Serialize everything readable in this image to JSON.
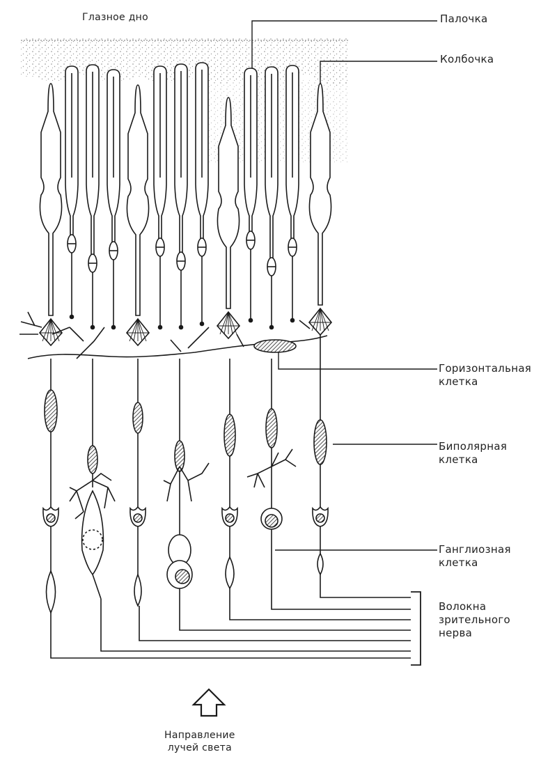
{
  "labels": {
    "fundus": "Глазное дно",
    "rod": "Палочка",
    "cone": "Колбочка",
    "horizontal_cell": [
      "Горизонтальная",
      "клетка"
    ],
    "bipolar_cell": [
      "Биполярная",
      "клетка"
    ],
    "ganglion_cell": [
      "Ганглиозная",
      "клетка"
    ],
    "optic_nerve_fibers": [
      "Волокна",
      "зрительного",
      "нерва"
    ],
    "light_direction": [
      "Направление",
      "лучей света"
    ]
  },
  "icons": {
    "light_arrow": "up-arrow-outline-icon"
  },
  "colors": {
    "ink": "#1a1a1a",
    "background": "#ffffff",
    "stipple": "#9a9a9a"
  }
}
